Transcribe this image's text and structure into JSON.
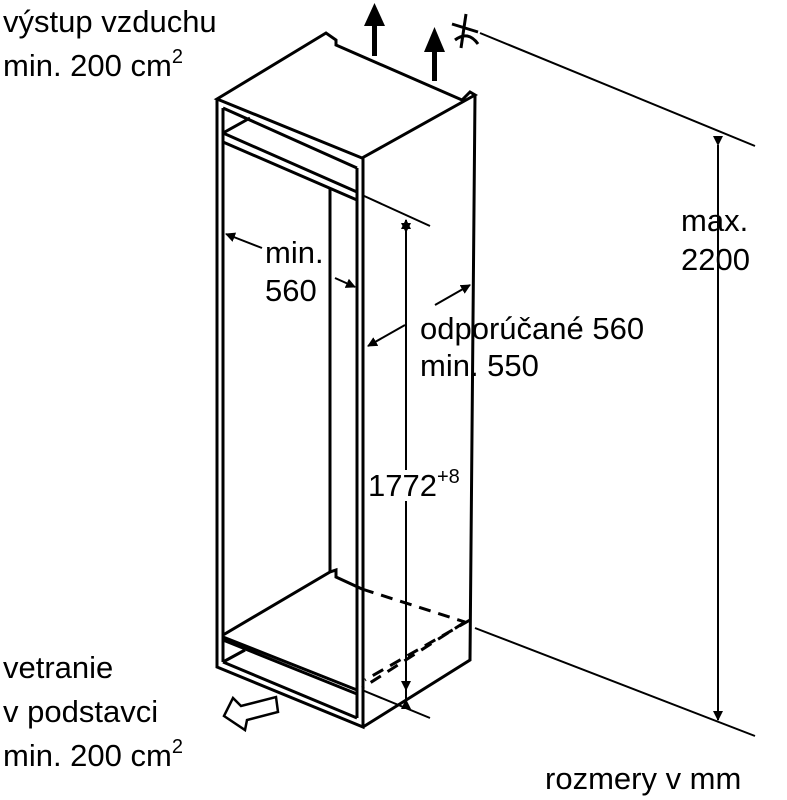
{
  "air_outlet": {
    "line1": "výstup vzduchu",
    "line2": "min. 200 cm",
    "unit_exp": "2"
  },
  "base_ventilation": {
    "line1": "vetranie",
    "line2": "v podstavci",
    "line3": "min. 200 cm",
    "unit_exp": "2"
  },
  "max_height": {
    "line1": "max.",
    "line2": "2200"
  },
  "min_width": {
    "line1": "min.",
    "line2": "560"
  },
  "depth": {
    "line1": "odporúčané 560",
    "line2": "min. 550"
  },
  "niche_height": {
    "value": "1772",
    "tolerance": "+8"
  },
  "units_note": "rozmery v mm",
  "colors": {
    "line": "#000000",
    "background": "#ffffff"
  }
}
